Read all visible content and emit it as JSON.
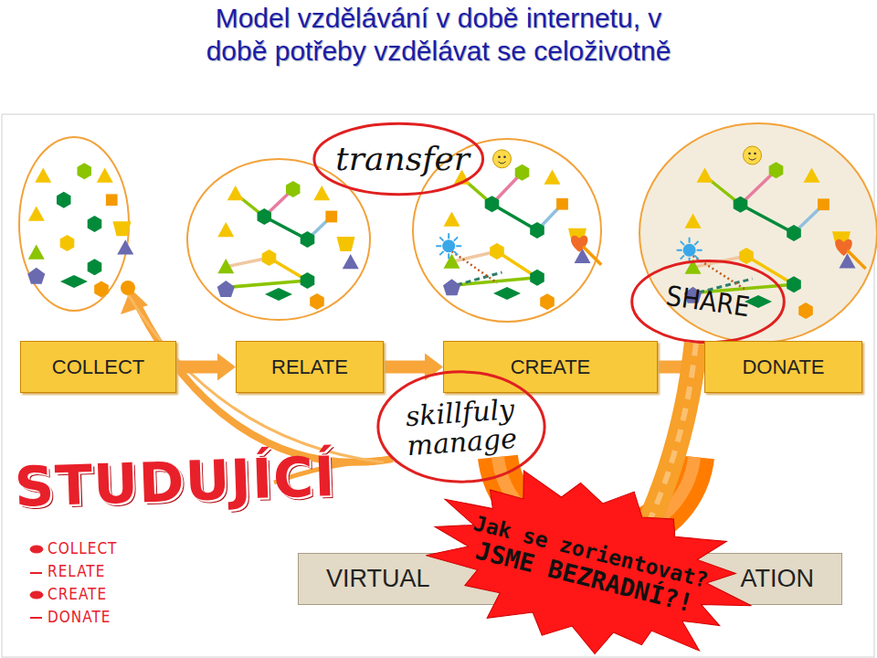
{
  "diagram": {
    "title": "Model vzdělávání v době internetu, v době potřeby vzdělávat se celoživotně",
    "nodes": [
      {
        "text": [
          "transfer"
        ]
      },
      {
        "text": [
          "SHARE"
        ]
      },
      {
        "text": [
          "COLLECT"
        ]
      },
      {
        "text": [
          "RELATE"
        ]
      },
      {
        "text": [
          "CREATE"
        ]
      },
      {
        "text": [
          "DONATE"
        ]
      },
      {
        "text": [
          "skillfuly manage"
        ]
      },
      {
        "text": [
          "Jak se zorientovat?",
          "JSME BEZRADNÍ?!"
        ]
      },
      {
        "text": [
          "VIRTUAL",
          "ATION"
        ]
      }
    ],
    "edges": [
      {
        "from": 2,
        "to": 3,
        "arrow": "to"
      },
      {
        "from": 3,
        "to": 4,
        "arrow": "to"
      },
      {
        "from": 4,
        "to": 5,
        "arrow": "to"
      },
      {
        "from": 1,
        "to": 8,
        "arrow": "to"
      }
    ],
    "labels": [
      "STUDUJÍCÍ",
      "COLLECT",
      "RELATE",
      "CREATE",
      "DONATE"
    ]
  }
}
